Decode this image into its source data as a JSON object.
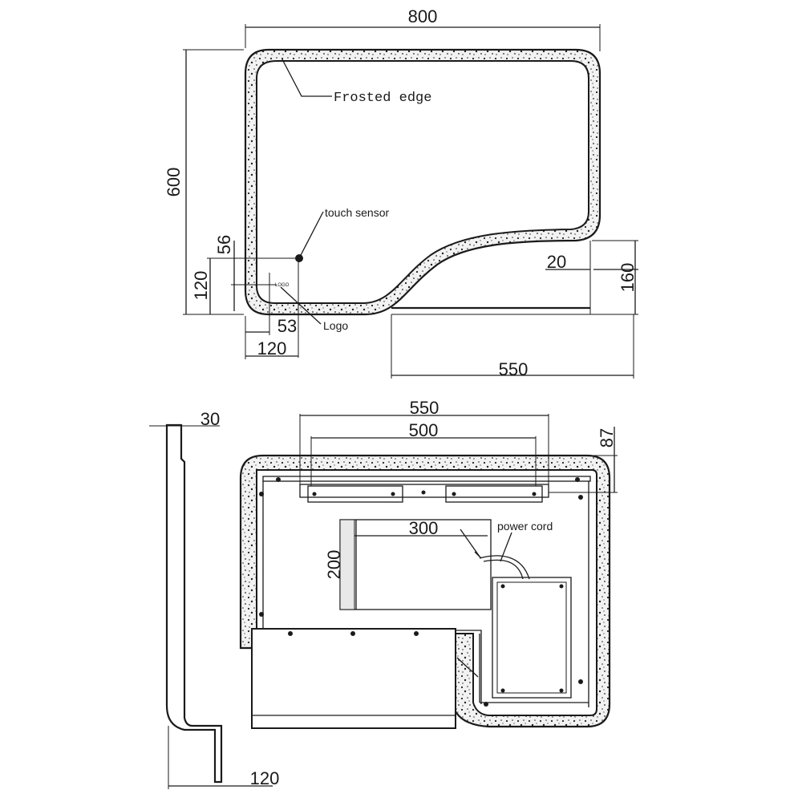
{
  "front_view": {
    "width_label": "800",
    "height_label": "600",
    "frosted_edge_label": "Frosted edge",
    "touch_sensor_label": "touch sensor",
    "logo_label": "Logo",
    "logo_mark": "LOGO",
    "dim_56": "56",
    "dim_120_vertical": "120",
    "dim_53": "53",
    "dim_120_horizontal": "120",
    "dim_20": "20",
    "dim_160": "160",
    "dim_550": "550"
  },
  "side_view": {
    "depth_top_label": "30",
    "depth_bottom_label": "120"
  },
  "back_view": {
    "bracket_outer_label": "550",
    "bracket_inner_label": "500",
    "bracket_offset_label": "87",
    "driver_width_label": "300",
    "driver_height_label": "200",
    "power_cord_label": "power cord"
  }
}
